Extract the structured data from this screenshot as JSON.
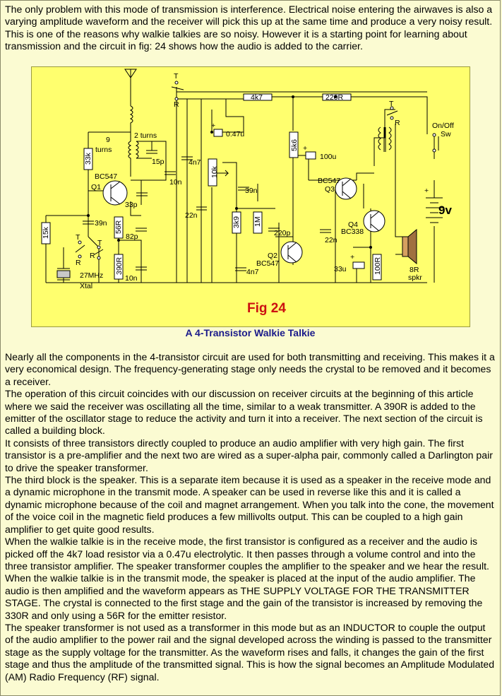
{
  "intro": "The only problem with this mode of transmission is interference. Electrical noise entering the airwaves is also a varying amplitude waveform and the receiver will pick this up at the same time and produce a very noisy result. This is one of the reasons why walkie talkies are so noisy. However it is a starting point for learning about transmission and the circuit in fig: 24 shows how the audio is added to the carrier.",
  "figure": {
    "label": "Fig 24",
    "caption": "A 4-Transistor Walkie Talkie",
    "components": {
      "r_4k7": "4k7",
      "r_220r": "220R",
      "c_047u": "0.47u",
      "turns_9": "9",
      "turns_word": "turns",
      "turns_2": "2 turns",
      "c_15p": "15p",
      "c_4n7_top": "4n7",
      "c_10n_a": "10n",
      "c_22n_a": "22n",
      "r_10k": "10k",
      "r_5k6": "5k6",
      "c_100u": "100u",
      "q3_type": "BC547",
      "q3_name": "Q3",
      "q4_name": "Q4",
      "q4_type": "BC338",
      "c_22n_b": "22n",
      "c_39n_a": "39n",
      "r_3k9": "3k9",
      "r_1m": "1M",
      "c_220p": "220p",
      "q2_name": "Q2",
      "q2_type": "BC547",
      "c_4n7_bot": "4n7",
      "c_33u": "33u",
      "r_100r": "100R",
      "spk_8r": "8R",
      "spk_word": "spkr",
      "r_33k": "33k",
      "q1_type": "BC547",
      "q1_name": "Q1",
      "c_33p": "33p",
      "c_39n_b": "39n",
      "r_56r": "56R",
      "c_82p": "82p",
      "r_15k": "15k",
      "r_390r": "390R",
      "c_10n_b": "10n",
      "xtal_freq": "27MHz",
      "xtal_word": "Xtal",
      "sw_onoff": "On/Off",
      "sw_word": "Sw",
      "batt": "9v",
      "t_label": "T",
      "r_label": "R"
    }
  },
  "body_paragraphs": [
    "Nearly all the components in the 4-transistor circuit are used for both transmitting and receiving. This makes it a very economical design. The frequency-generating stage only needs the crystal to be removed and it becomes a receiver.",
    "The operation of this circuit coincides with our discussion on receiver circuits at the beginning of this article where we said the receiver was oscillating all the time, similar to a weak transmitter. A 390R is added to the emitter of the oscillator stage to reduce the activity and turn it into a receiver. The next section of the circuit is called a building block.",
    "It consists of three transistors directly coupled to produce an audio amplifier with very high gain. The first transistor is a pre-amplifier and the next two are wired as a super-alpha pair, commonly called a Darlington pair to drive the speaker transformer.",
    "The third block is the speaker. This is a separate item because it is used as a speaker in the receive mode and a dynamic microphone in the transmit mode. A speaker can be used in reverse like this and it is called a dynamic microphone because of the coil and magnet arrangement. When you talk into the cone, the movement of the voice coil in the magnetic field produces a few millivolts output. This can be coupled to a high gain amplifier to get quite good results.",
    "When the walkie talkie is in the receive mode, the first transistor is configured as a receiver and the audio is picked off the 4k7 load resistor via a 0.47u electrolytic. It then passes through a volume control and into the three transistor amplifier. The speaker transformer couples the amplifier to the speaker and we hear the result. When the walkie talkie is in the transmit mode, the speaker is placed at the input of the audio amplifier. The audio is then amplified and the waveform appears as THE SUPPLY VOLTAGE FOR THE TRANSMITTER STAGE. The crystal is connected to the first stage and the gain of the transistor is increased by removing the 330R and only using a 56R for the emitter resistor.",
    "The speaker transformer is not used as a transformer in this mode but as an INDUCTOR to couple the output of the audio amplifier to the power rail and the signal developed across the winding is passed to the transmitter stage as the supply voltage for the transmitter. As the waveform rises and falls, it changes the gain of the first stage and thus the amplitude of the transmitted signal. This is how the signal becomes an Amplitude Modulated (AM) Radio Frequency (RF) signal."
  ]
}
